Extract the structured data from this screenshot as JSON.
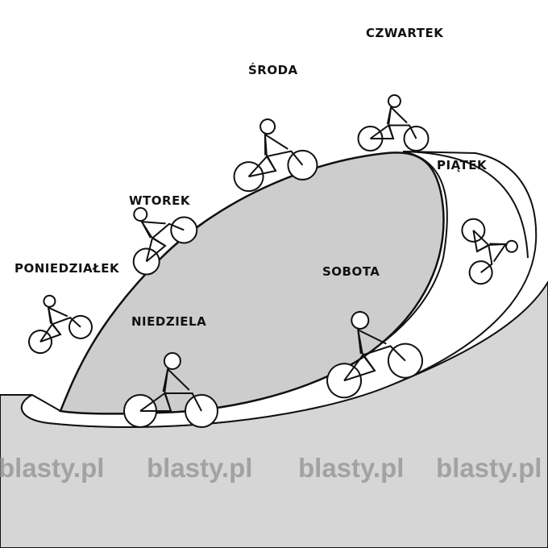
{
  "days": {
    "monday": "PONIEDZIAŁEK",
    "tuesday": "WTOREK",
    "wednesday": "ŚRODA",
    "thursday": "CZWARTEK",
    "friday": "PIĄTEK",
    "saturday": "SOBOTA",
    "sunday": "NIEDZIELA"
  },
  "watermarks": [
    "blasty.pl",
    "blasty.pl",
    "blasty.pl",
    "blasty.pl"
  ],
  "colors": {
    "hill": "#cdcdcd",
    "ground": "#d6d6d6",
    "road": "#ffffff",
    "ink": "#111111",
    "watermark": "#9a9a9a"
  }
}
